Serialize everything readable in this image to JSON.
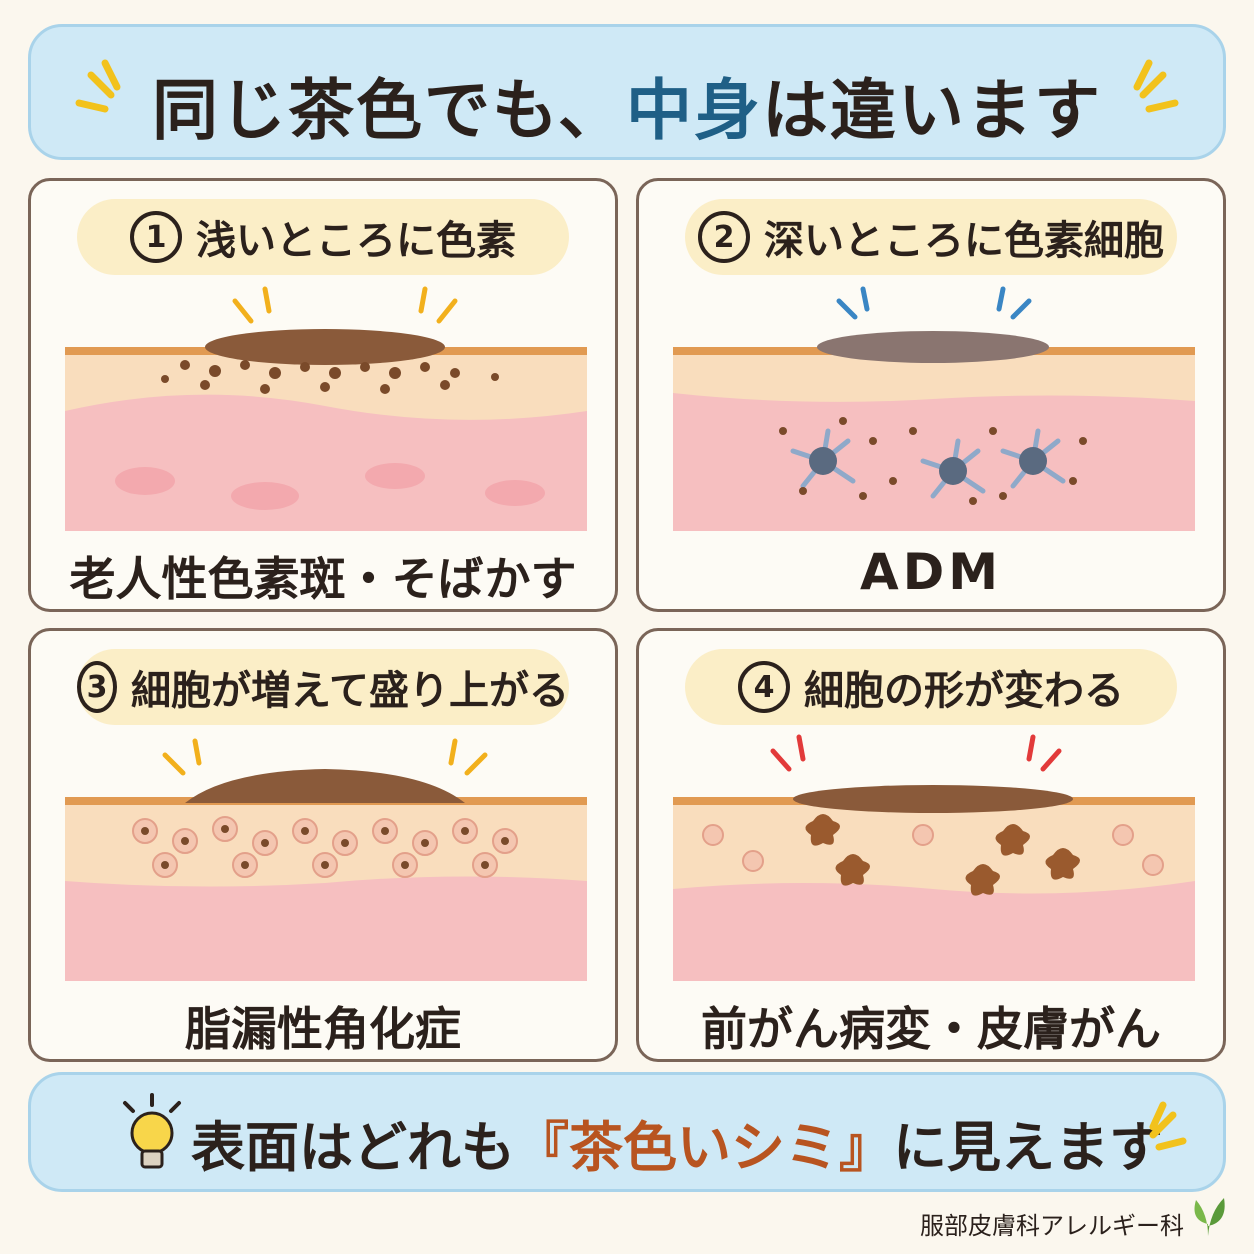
{
  "title": {
    "part1": "同じ茶色でも、",
    "accent": "中身",
    "part2": "は違います"
  },
  "panels": [
    {
      "number": "1",
      "label": "浅いところに色素",
      "caption": "老人性色素斑・そばかす",
      "spark_color": "#f2b01c"
    },
    {
      "number": "2",
      "label": "深いところに色素細胞",
      "caption": "ADM",
      "spark_color": "#3a86c4"
    },
    {
      "number": "3",
      "label": "細胞が増えて盛り上がる",
      "caption": "脂漏性角化症",
      "spark_color": "#f2b01c"
    },
    {
      "number": "4",
      "label": "細胞の形が変わる",
      "caption": "前がん病変・皮膚がん",
      "spark_color": "#e23a3a"
    }
  ],
  "bottom": {
    "part1": "表面はどれも",
    "accent": "『茶色いシミ』",
    "part2": "に見えます",
    "icon": "lightbulb-icon"
  },
  "credit": {
    "text": "服部皮膚科アレルギー科",
    "icon": "leaf-icon"
  },
  "colors": {
    "banner": "#cfe9f6",
    "pill": "#fbeec7",
    "title_accent": "#1f5f86",
    "bottom_accent": "#b85420",
    "pigment": "#7a4a2a"
  }
}
